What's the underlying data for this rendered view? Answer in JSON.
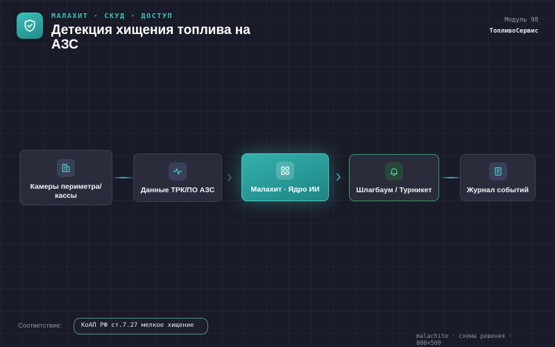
{
  "header": {
    "logo_icon": "shield-check-icon",
    "kicker": "МАЛАХИТ · СКУД · ДОСТУП",
    "title": "Детекция хищения топлива на АЗС",
    "module": "Модуль 98",
    "company": "ТопливоСервис"
  },
  "flow": {
    "nodes": [
      {
        "label": "Камеры периметра/ кассы",
        "icon": "building-icon"
      },
      {
        "label": "Данные ТРК/ПО АЗС",
        "icon": "activity-icon"
      },
      {
        "label": "Малахит · Ядро ИИ",
        "icon": "grid-icon"
      },
      {
        "label": "Шлагбаум / Турникет",
        "icon": "bell-icon"
      },
      {
        "label": "Журнал событий",
        "icon": "document-icon"
      }
    ],
    "colors": {
      "accent": "#3cc3bd",
      "core": "#2aa6a3",
      "gate_border": "#3f9c66",
      "background": "#1a1b28"
    }
  },
  "footer": {
    "compliance_label": "Соответствие:",
    "compliance_value": "КоАП РФ ст.7.27 мелкое хищение",
    "caption": "malachite · схема решения · 800×500"
  }
}
